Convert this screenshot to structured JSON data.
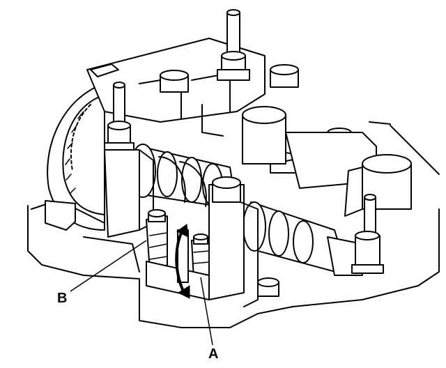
{
  "diagram": {
    "callouts": [
      {
        "id": "A",
        "text": "A"
      },
      {
        "id": "B",
        "text": "B"
      }
    ],
    "line_color": "#000000",
    "background": "#ffffff"
  }
}
